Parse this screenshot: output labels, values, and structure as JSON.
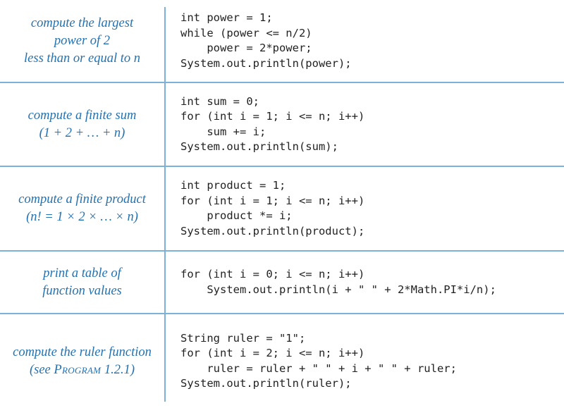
{
  "page": {
    "background_color": "#ffffff",
    "divider_color": "#7cb2d8",
    "caption_color": "#2272b3",
    "code_color": "#222222"
  },
  "rows": [
    {
      "caption_lines": [
        "compute the largest",
        "power of 2",
        "less than or equal to n"
      ],
      "code_lines": [
        "int power = 1;",
        "while (power <= n/2)",
        "    power = 2*power;",
        "System.out.println(power);"
      ]
    },
    {
      "caption_lines": [
        "compute a finite sum",
        "(1 + 2 + … + n)"
      ],
      "code_lines": [
        "int sum = 0;",
        "for (int i = 1; i <= n; i++)",
        "    sum += i;",
        "System.out.println(sum);"
      ]
    },
    {
      "caption_lines": [
        "compute a finite product",
        "(n! = 1 × 2 ×  … × n)"
      ],
      "code_lines": [
        "int product = 1;",
        "for (int i = 1; i <= n; i++)",
        "    product *= i;",
        "System.out.println(product);"
      ]
    },
    {
      "caption_lines": [
        "print a table of",
        "function values"
      ],
      "code_lines": [
        "for (int i = 0; i <= n; i++)",
        "    System.out.println(i + \" \" + 2*Math.PI*i/n);"
      ]
    },
    {
      "caption_lines": [
        "compute the ruler function"
      ],
      "caption_line2": {
        "prefix": "(see ",
        "smallcaps": "Program",
        "suffix": " 1.2.1)"
      },
      "code_lines": [
        "String ruler = \"1\";",
        "for (int i = 2; i <= n; i++)",
        "    ruler = ruler + \" \" + i + \" \" + ruler;",
        "System.out.println(ruler);"
      ]
    }
  ]
}
